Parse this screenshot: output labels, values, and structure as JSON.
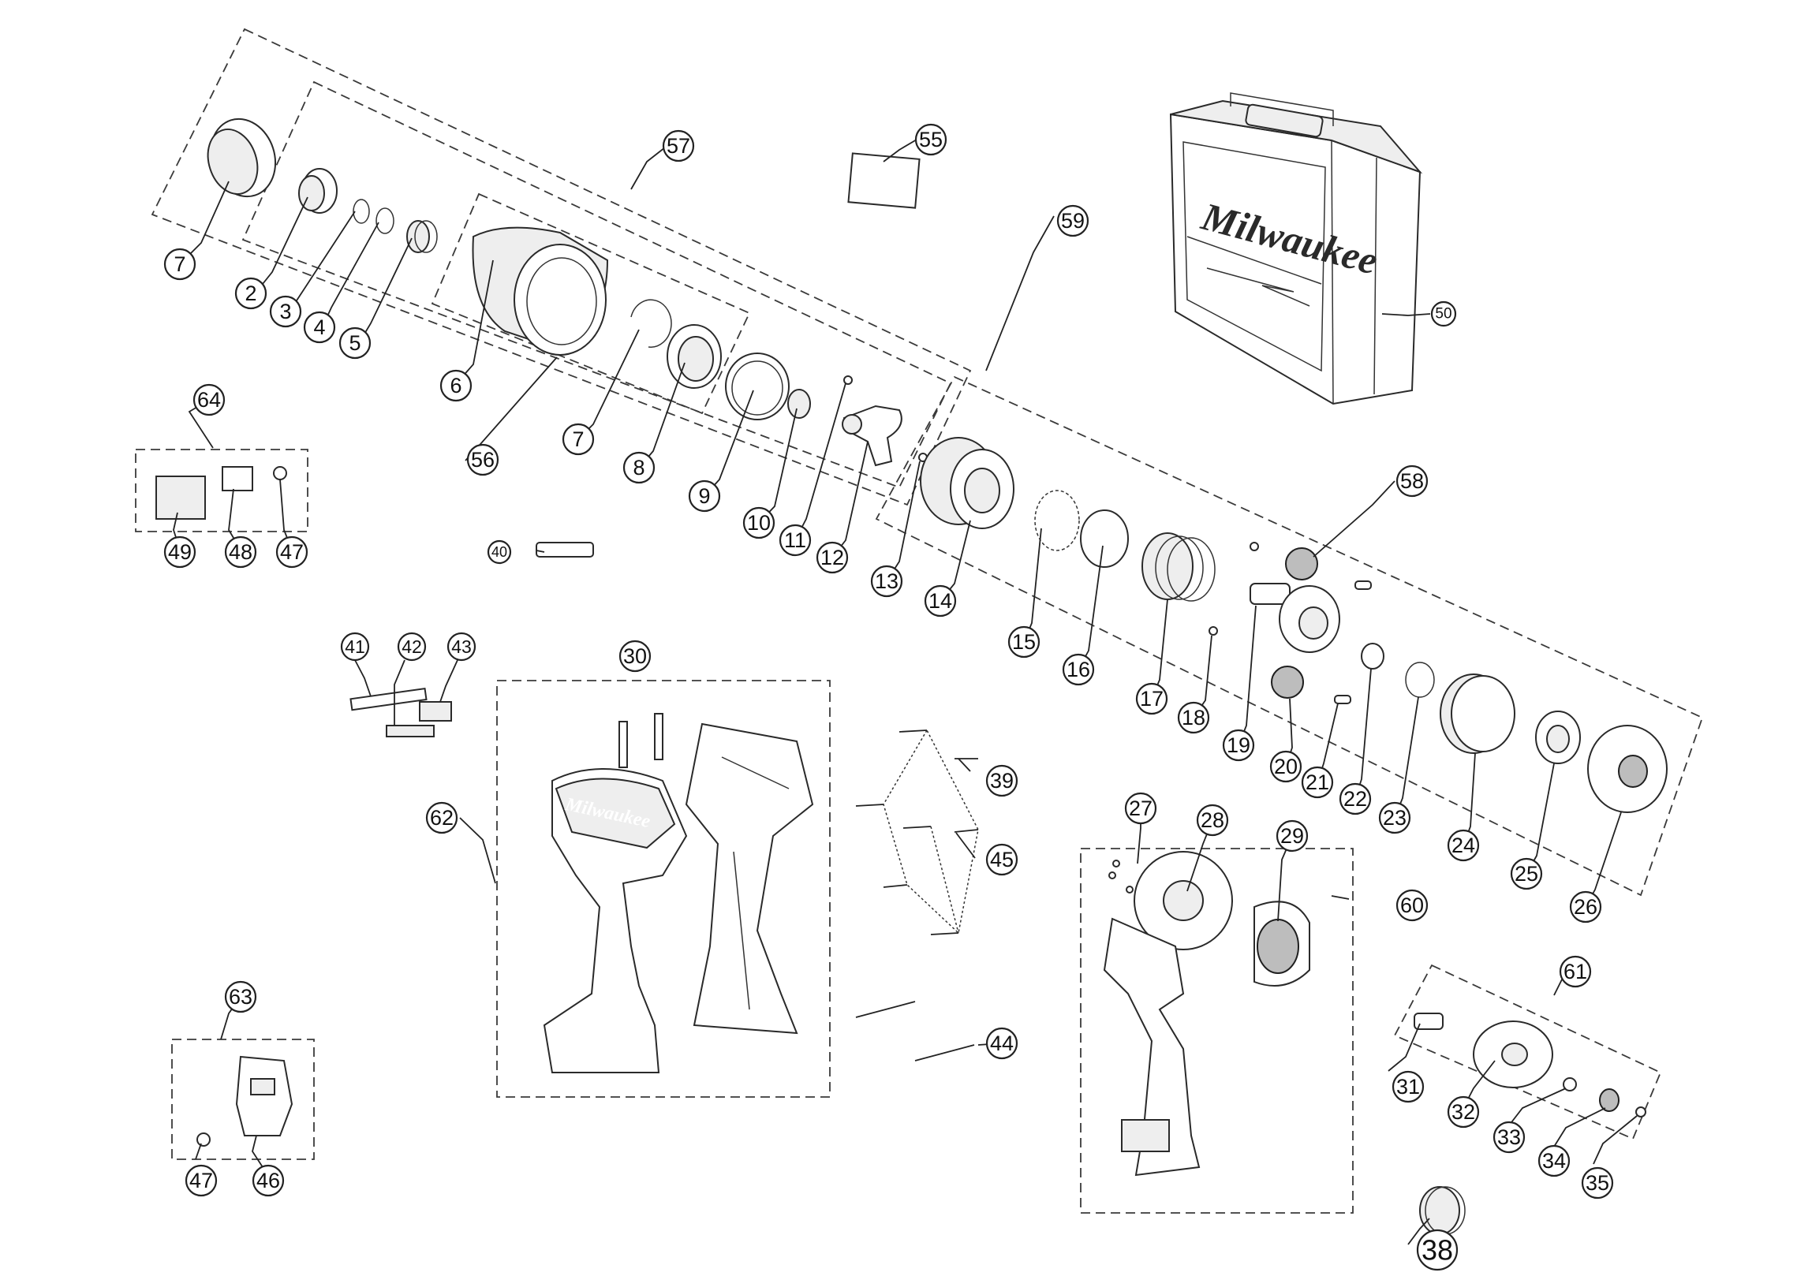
{
  "diagram": {
    "brand": "Milwaukee",
    "callouts": [
      "7",
      "2",
      "3",
      "4",
      "5",
      "6",
      "7",
      "8",
      "9",
      "10",
      "11",
      "12",
      "13",
      "14",
      "15",
      "16",
      "17",
      "18",
      "19",
      "20",
      "21",
      "22",
      "23",
      "24",
      "25",
      "26",
      "27",
      "28",
      "29",
      "30",
      "31",
      "32",
      "33",
      "34",
      "35",
      "38",
      "39",
      "40",
      "41",
      "42",
      "43",
      "44",
      "45",
      "46",
      "47",
      "47",
      "48",
      "49",
      "50",
      "55",
      "56",
      "57",
      "58",
      "59",
      "60",
      "61",
      "62",
      "63",
      "64"
    ]
  }
}
